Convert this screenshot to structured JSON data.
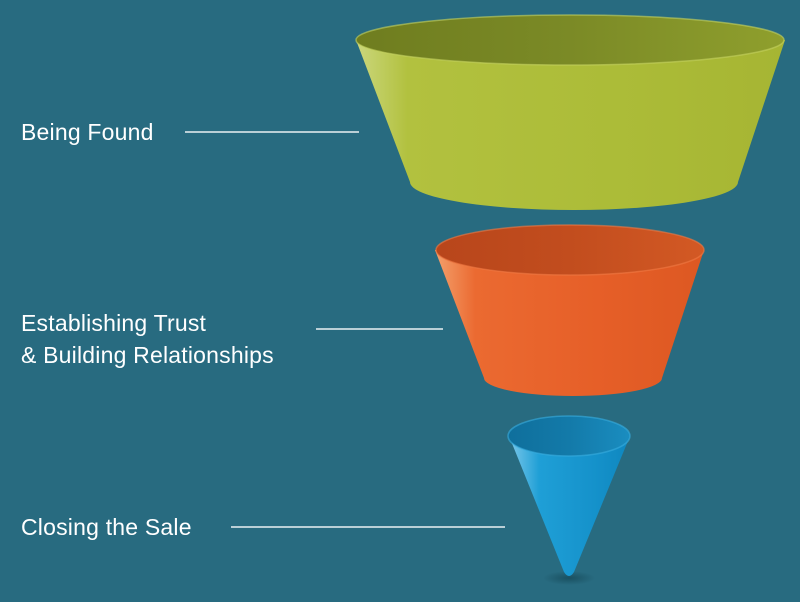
{
  "funnel": {
    "stages": [
      {
        "label_lines": [
          "Being Found"
        ],
        "color": "#b1c13e"
      },
      {
        "label_lines": [
          "Establishing Trust",
          "& Building Relationships"
        ],
        "color": "#e8602a"
      },
      {
        "label_lines": [
          "Closing the Sale"
        ],
        "color": "#1c9bd3"
      }
    ],
    "background_color": "#286b80",
    "connector_color": "#ffffff"
  }
}
